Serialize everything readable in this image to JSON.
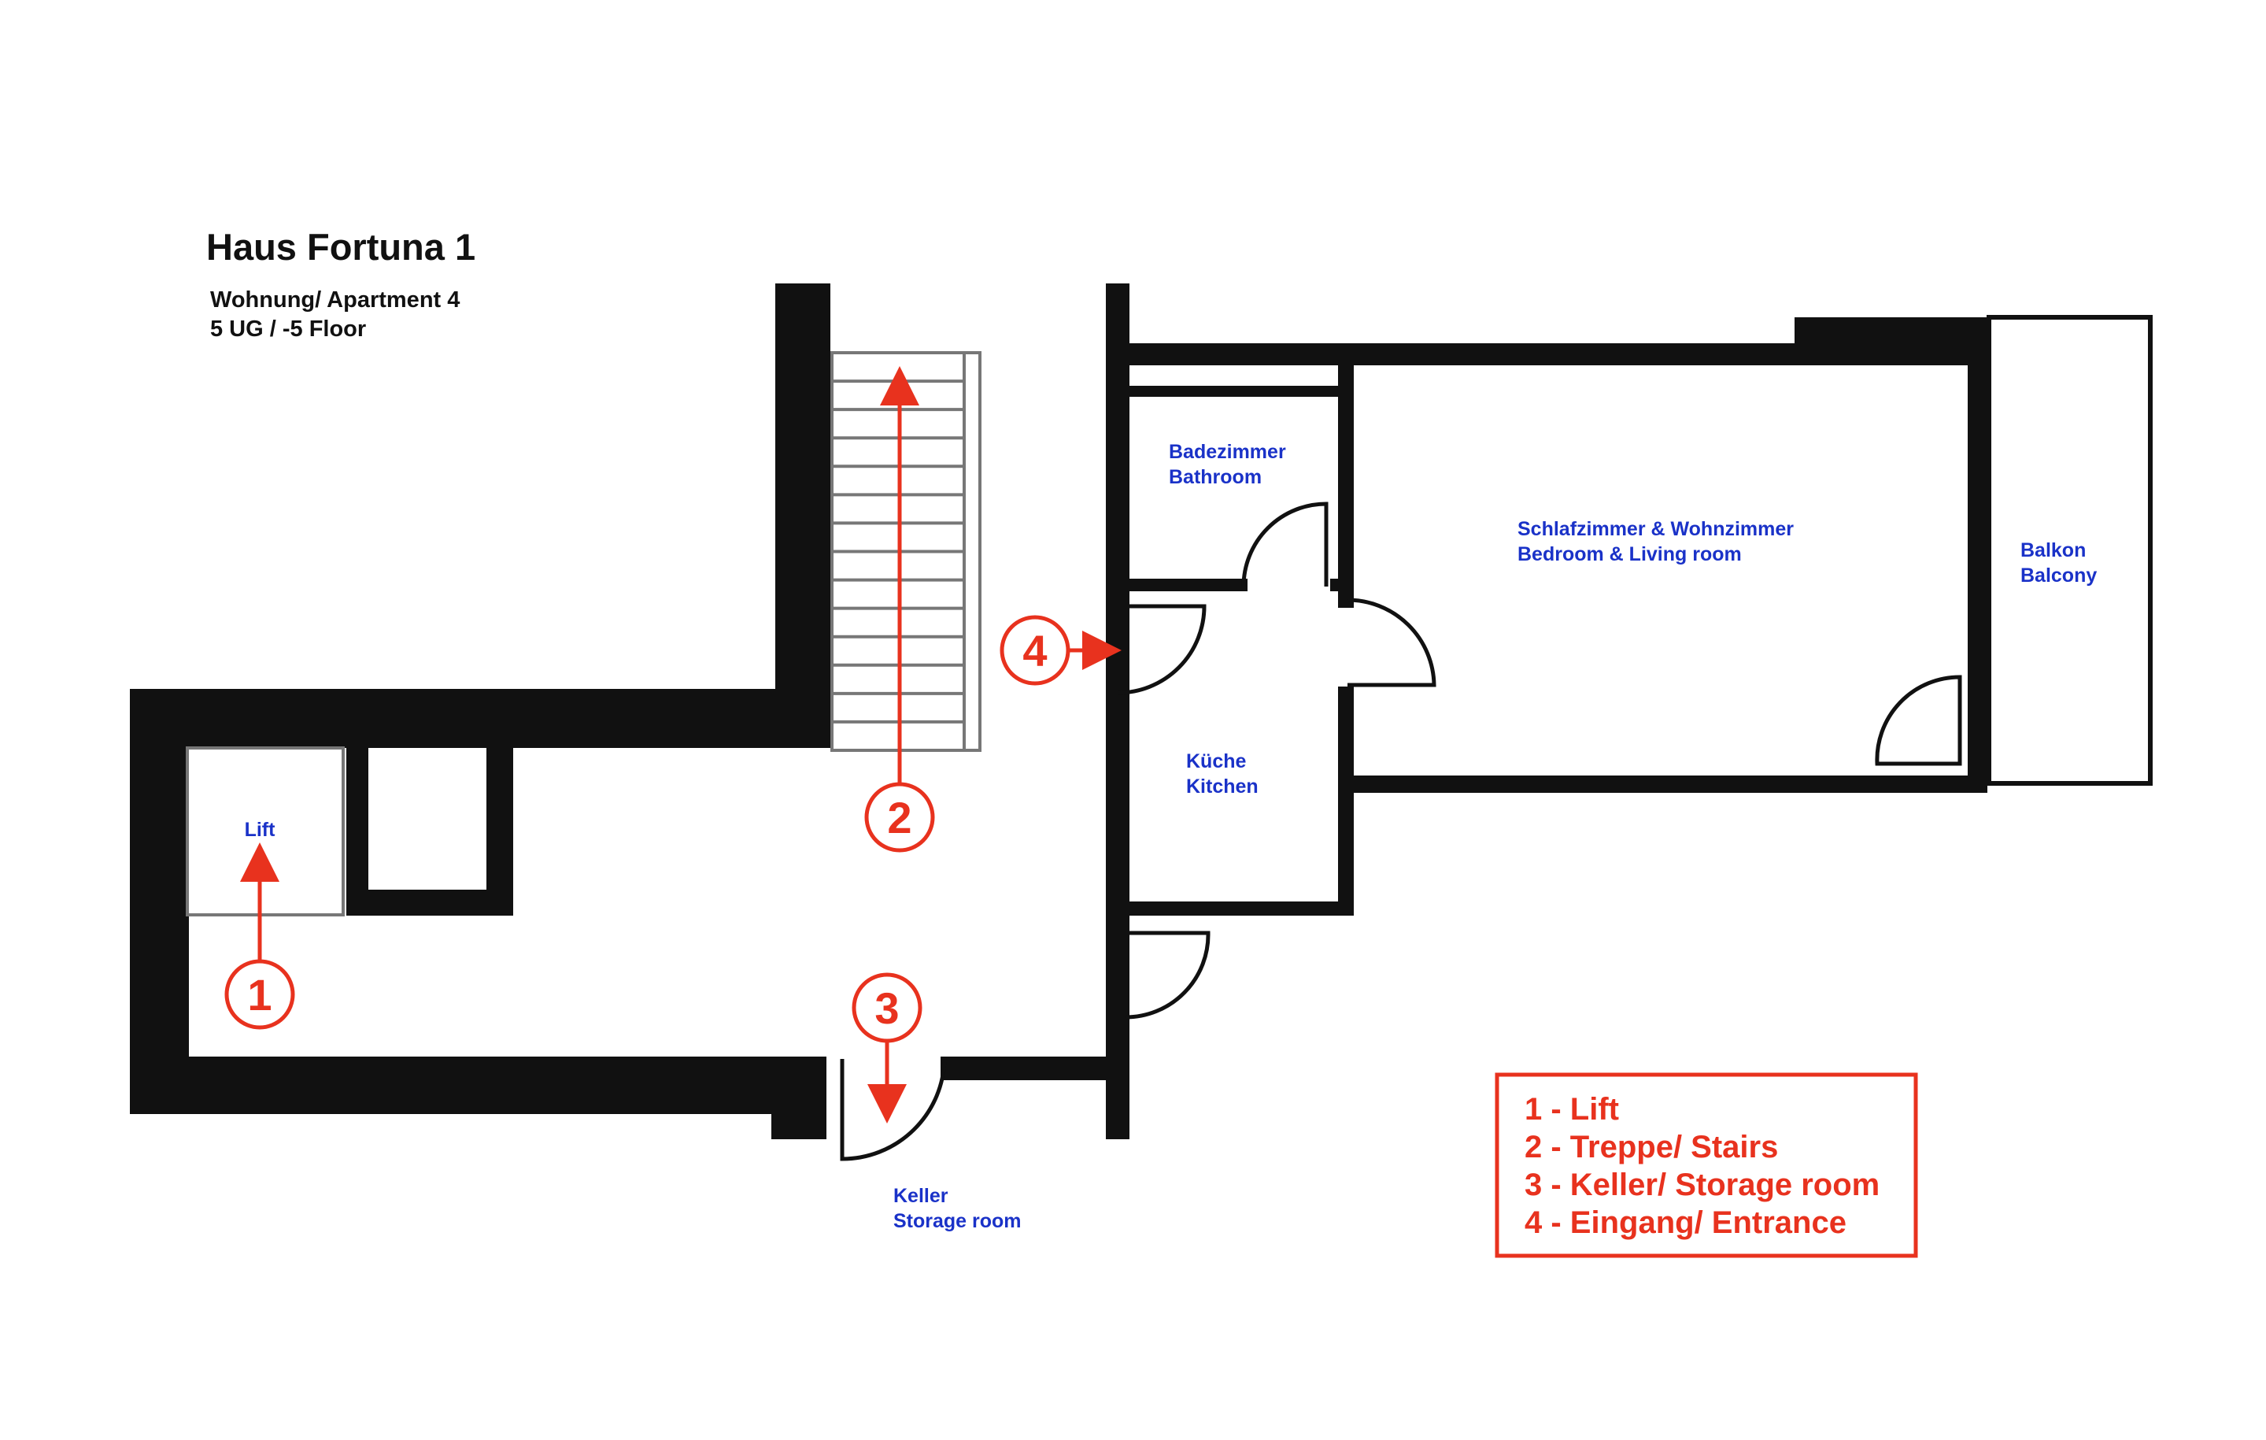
{
  "title": "Haus Fortuna 1",
  "subtitle_line1": "Wohnung/ Apartment 4",
  "subtitle_line2": "5 UG / -5 Floor",
  "colors": {
    "wall": "#111111",
    "room_label": "#1a32c8",
    "marker": "#e8321e"
  },
  "rooms": {
    "bathroom_de": "Badezimmer",
    "bathroom_en": "Bathroom",
    "bedroom_de": "Schlafzimmer & Wohnzimmer",
    "bedroom_en": "Bedroom & Living room",
    "balcony_de": "Balkon",
    "balcony_en": "Balcony",
    "kitchen_de": "Küche",
    "kitchen_en": "Kitchen",
    "lift": "Lift",
    "storage_de": "Keller",
    "storage_en": "Storage room"
  },
  "markers": [
    "1",
    "2",
    "3",
    "4"
  ],
  "legend": [
    "1 - Lift",
    "2 - Treppe/ Stairs",
    "3 - Keller/ Storage room",
    "4 - Eingang/ Entrance"
  ]
}
